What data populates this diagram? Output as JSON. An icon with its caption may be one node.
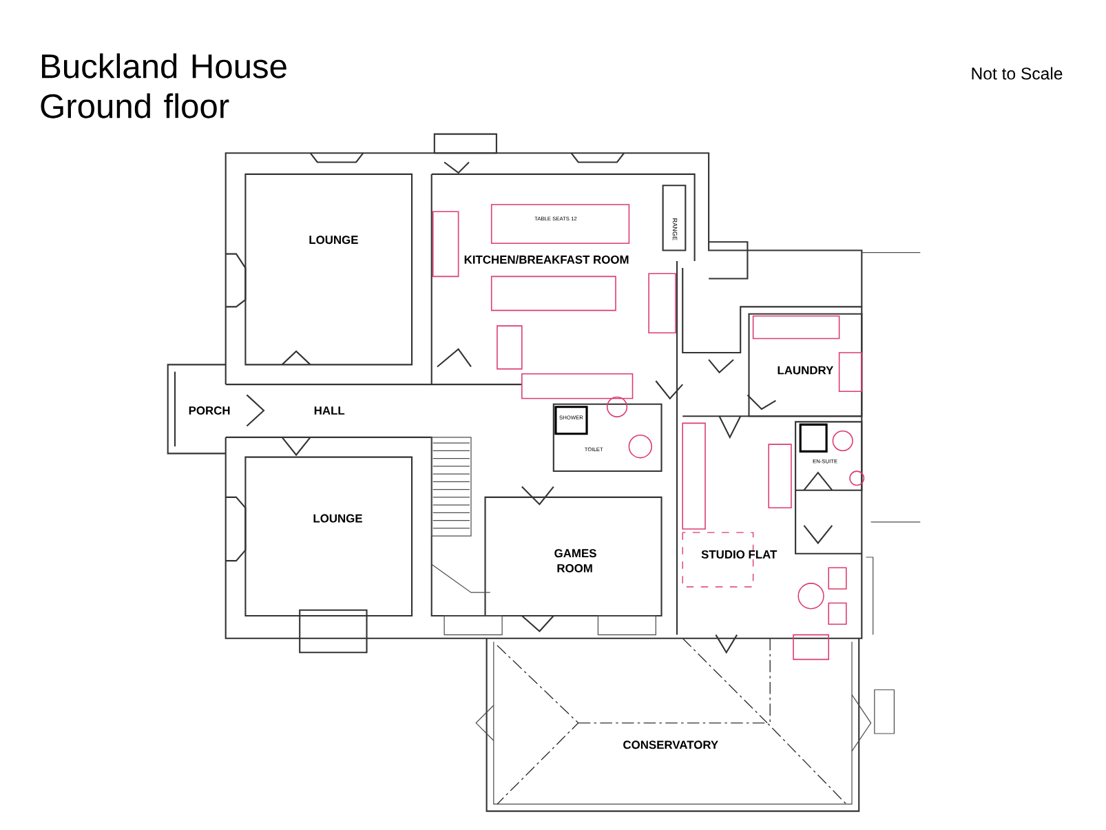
{
  "diagram": {
    "title": "Buckland House Ground floor",
    "labels": [
      "Not to Scale",
      "TABLE SEATS 12",
      "RANGE",
      "LOUNGE",
      "KITCHEN/BREAKFAST ROOM",
      "LAUNDRY",
      "PORCH",
      "HALL",
      "SHOWER",
      "TOILET",
      "EN-SUITE",
      "LOUNGE",
      "STUDIO FLAT",
      "GAMES ROOM",
      "CONSERVATORY"
    ]
  }
}
